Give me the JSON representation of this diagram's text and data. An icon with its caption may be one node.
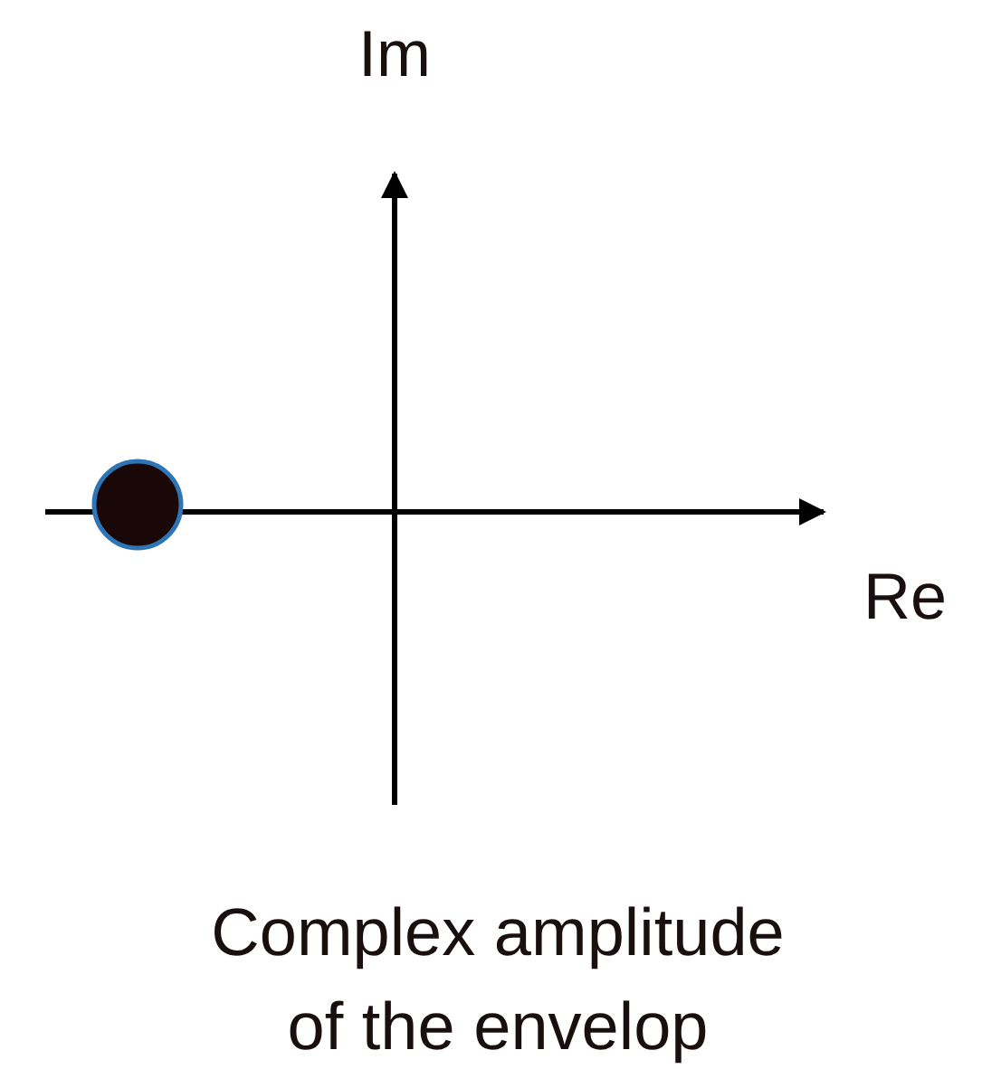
{
  "diagram": {
    "caption": "Complex amplitude of the envelop",
    "labels": [
      "Im",
      "Re"
    ]
  }
}
